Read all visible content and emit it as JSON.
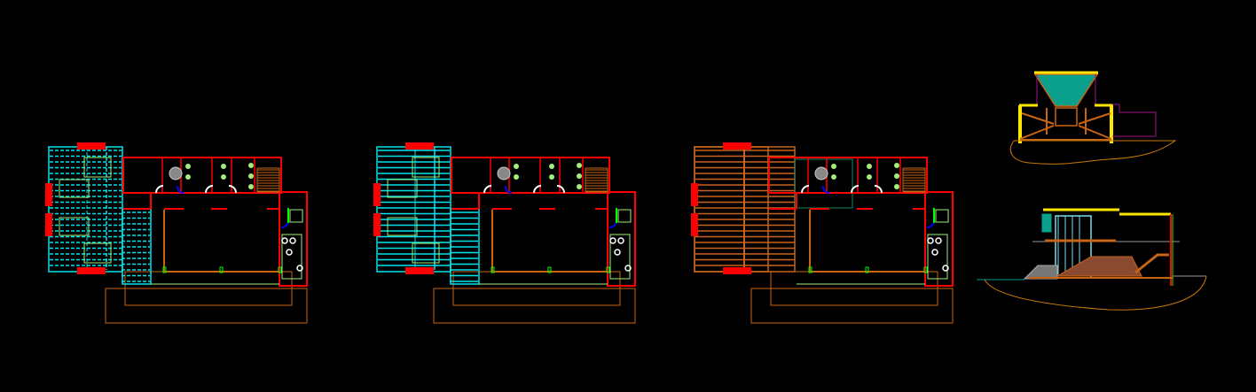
{
  "drawing": {
    "background": "#000000",
    "colors": {
      "wall": "#ff0000",
      "floor_hatch_cyan": "#00e5ee",
      "floor_hatch_orange": "#c8641e",
      "outline_orange": "#c86414",
      "fixture_green": "#a0f07a",
      "door_blue": "#0000ff",
      "door_white": "#ffffff",
      "column_green": "#00ff00",
      "beam_yellow": "#ffe600",
      "roof_teal": "#0aa08c",
      "glazing_blue": "#78dcf0",
      "section_magenta": "#a0148c",
      "ground_line": "#c8780a"
    },
    "views": [
      {
        "kind": "floor-plan",
        "hatch": "cyan"
      },
      {
        "kind": "floor-plan",
        "hatch": "cyan-solid"
      },
      {
        "kind": "floor-plan",
        "hatch": "orange"
      },
      {
        "kind": "cross-section"
      },
      {
        "kind": "longitudinal-section"
      }
    ]
  }
}
